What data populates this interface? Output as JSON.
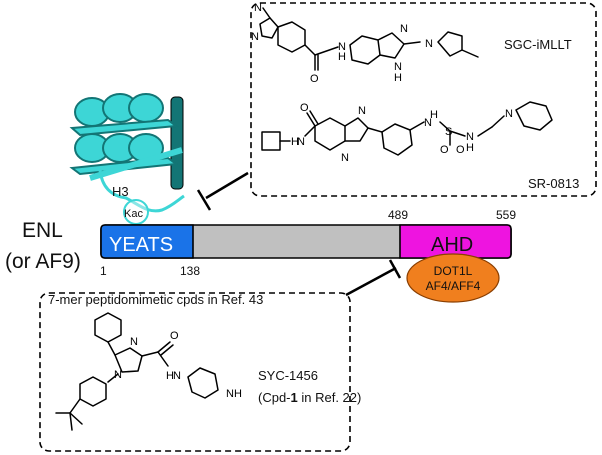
{
  "protein": {
    "name": "ENL",
    "alias": "(or AF9)",
    "histone": "H3",
    "acetyl_lysine": "Kac"
  },
  "domains": {
    "yeats": {
      "label": "YEATS",
      "start": "1",
      "end": "138",
      "color": "#1a73e8"
    },
    "ahd": {
      "label": "AHD",
      "start": "489",
      "end": "559",
      "color": "#ee14e0"
    },
    "linker_color": "#c0c0c0"
  },
  "partner": {
    "line1": "DOT1L",
    "line2": "AF4/AFF4",
    "color": "#f07f1e"
  },
  "inhibitors_top": {
    "compound_a": "SGC-iMLLT",
    "compound_b": "SR-0813"
  },
  "inhibitors_bottom": {
    "header": "7-mer peptidomimetic cpds in Ref. 43",
    "compound_name": "SYC-1456",
    "note_prefix": "(Cpd-",
    "note_bold": "1",
    "note_suffix": " in Ref. 22)"
  },
  "colors": {
    "histone_teal": "#3dd6d6",
    "histone_dark": "#137575",
    "outline": "#000000"
  },
  "atom_labels": {
    "N": "N",
    "O": "O",
    "S": "S",
    "H": "H",
    "NH": "NH",
    "HN": "HN"
  }
}
